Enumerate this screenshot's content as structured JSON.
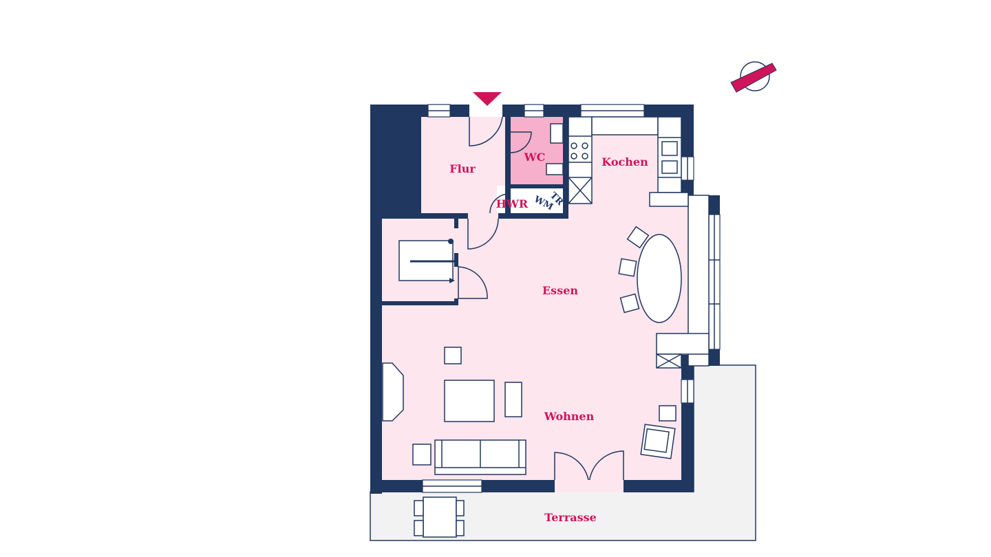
{
  "rooms": {
    "flur": "Flur",
    "wc": "WC",
    "hwr": "HWR",
    "kochen": "Kochen",
    "essen": "Essen",
    "wohnen": "Wohnen",
    "terrasse": "Terrasse"
  },
  "appliances": {
    "tr": "TR",
    "wm": "WM"
  },
  "colors": {
    "wall": "#20375f",
    "room_fill": "#fde6ee",
    "wc_fill": "#f7b0cb",
    "accent": "#d0145a",
    "terrace_fill": "#f2f2f2"
  },
  "icons": {
    "entrance": "entrance-arrow-icon",
    "compass": "compass-icon"
  }
}
